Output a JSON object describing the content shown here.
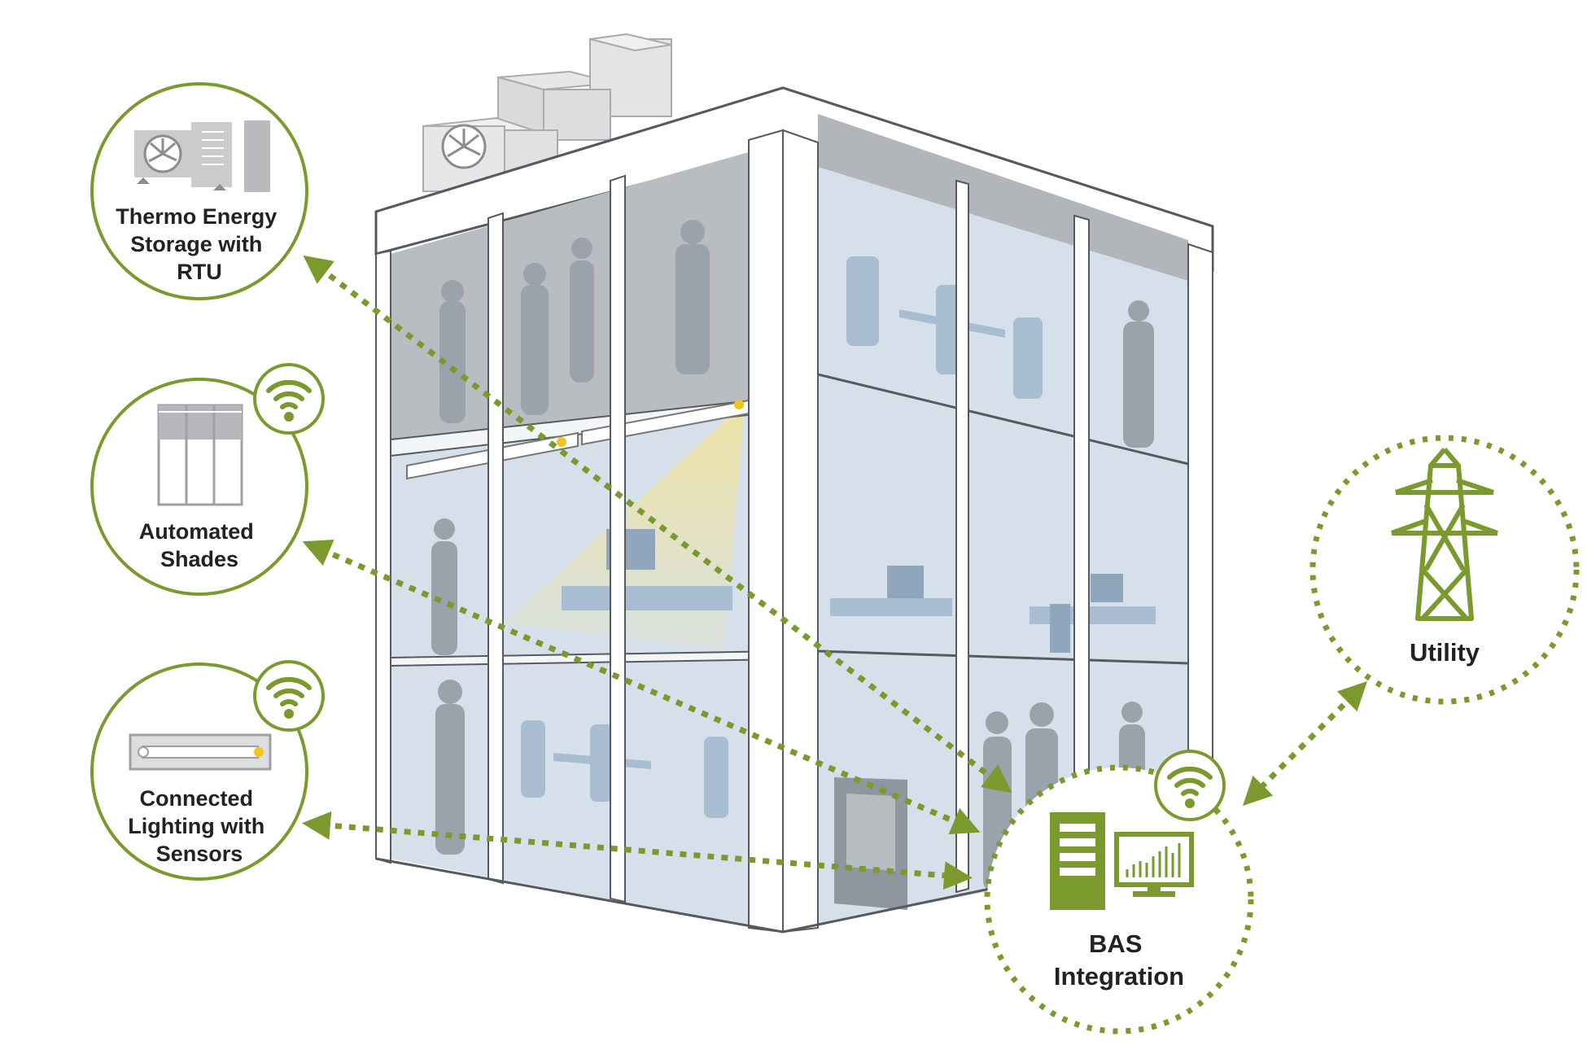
{
  "nodes": {
    "thermo": {
      "lines": [
        "Thermo Energy",
        "Storage with",
        "RTU"
      ]
    },
    "shades": {
      "lines": [
        "Automated",
        "Shades"
      ]
    },
    "lighting": {
      "lines": [
        "Connected",
        "Lighting with",
        "Sensors"
      ]
    },
    "utility": {
      "lines": [
        "Utility"
      ]
    },
    "bas": {
      "lines": [
        "BAS",
        "Integration"
      ]
    }
  },
  "colors": {
    "accent_green": "#7a9a2e",
    "glass": "#d6e0ea",
    "frame": "#ffffff",
    "silhouette": "#9aa3ab",
    "light_cone": "#efe3a0"
  },
  "icons": {
    "thermo": "rooftop-unit-icon",
    "shades": "window-shades-icon",
    "lighting": "light-fixture-icon",
    "utility": "transmission-tower-icon",
    "bas": "computer-dashboard-icon",
    "wireless": "wifi-icon"
  }
}
